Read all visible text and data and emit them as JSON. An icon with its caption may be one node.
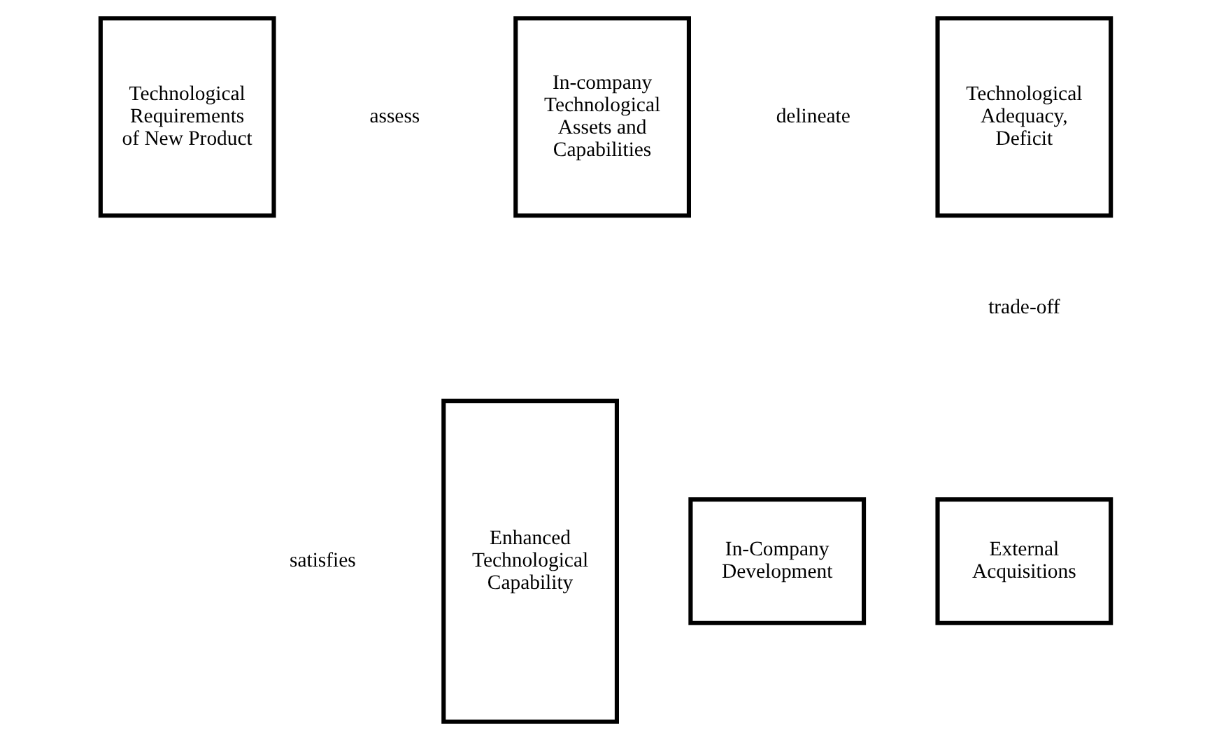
{
  "diagram": {
    "nodes": [
      {
        "text": [
          "Technological Requirements of New Product"
        ]
      },
      {
        "text": [
          "In-company Technological Assets and Capabilities"
        ]
      },
      {
        "text": [
          "Technological Adequacy, Deficit"
        ]
      },
      {
        "text": [
          "Enhanced Technological Capability"
        ]
      },
      {
        "text": [
          "In-Company Development"
        ]
      },
      {
        "text": [
          "External Acquisitions"
        ]
      }
    ],
    "edges": [],
    "labels": [
      "assess",
      "delineate",
      "trade-off",
      "satisfies"
    ]
  }
}
